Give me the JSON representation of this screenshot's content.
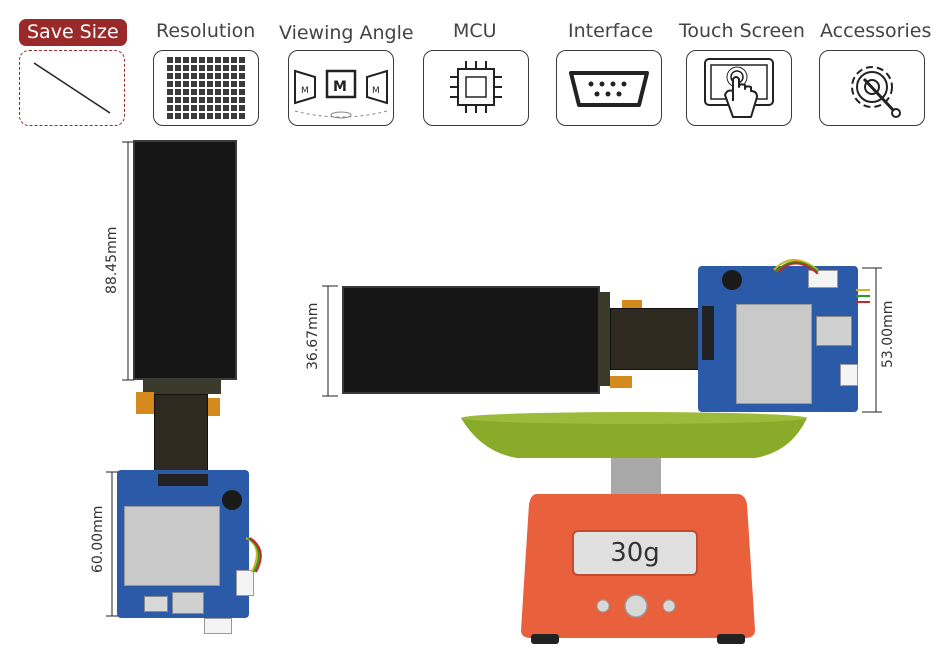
{
  "tabs": [
    {
      "label": "Save Size",
      "icon": "diagonal-line-icon",
      "active": true
    },
    {
      "label": "Resolution",
      "icon": "pixel-grid-icon",
      "active": false
    },
    {
      "label": "Viewing Angle",
      "icon": "viewing-angle-icon",
      "active": false
    },
    {
      "label": "MCU",
      "icon": "chip-icon",
      "active": false
    },
    {
      "label": "Interface",
      "icon": "serial-port-icon",
      "active": false
    },
    {
      "label": "Touch Screen",
      "icon": "touch-hand-icon",
      "active": false
    },
    {
      "label": "Accessories",
      "icon": "gear-wrench-icon",
      "active": false
    }
  ],
  "dimensions": {
    "screen_height": "88.45mm",
    "board_height": "60.00mm",
    "screen_width": "36.67mm",
    "board_width": "53.00mm"
  },
  "scale": {
    "weight": "30g"
  },
  "colors": {
    "accent": "#9a2a2a",
    "scale_body": "#e8603c",
    "scale_plate": "#8aaa2a",
    "pcb": "#2a5aa8"
  }
}
